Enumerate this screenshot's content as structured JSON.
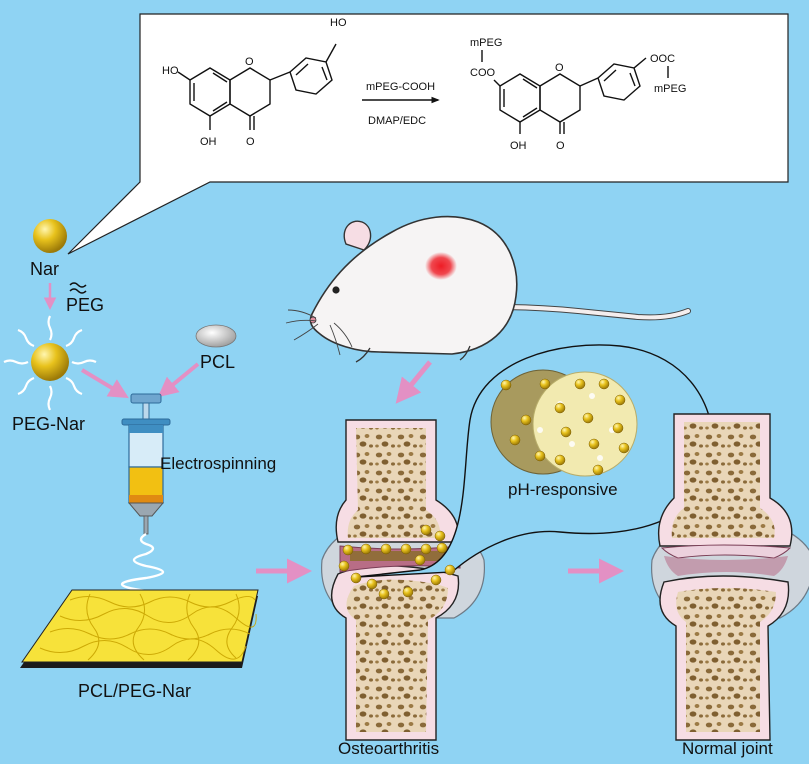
{
  "reaction": {
    "reactant_groups": [
      "HO",
      "OH",
      "HO",
      "O",
      "O"
    ],
    "reagent": "mPEG-COOH",
    "conditions": "DMAP/EDC",
    "product_groups": [
      "mPEG",
      "COO",
      "OOC",
      "mPEG",
      "OH",
      "O",
      "O"
    ]
  },
  "labels": {
    "nar": "Nar",
    "peg": "PEG",
    "peg_nar": "PEG-Nar",
    "pcl": "PCL",
    "electrospinning": "Electrospinning",
    "scaffold": "PCL/PEG-Nar",
    "ph_responsive": "pH-responsive",
    "osteoarthritis": "Osteoarthritis",
    "normal_joint": "Normal joint"
  },
  "colors": {
    "background": "#8fd3f3",
    "nanoparticle": "#e8c21c",
    "arrow": "#e390c4",
    "mesh": "#f7e23a",
    "bone": "#f6dde4",
    "inflammation": "#ee1c25"
  }
}
